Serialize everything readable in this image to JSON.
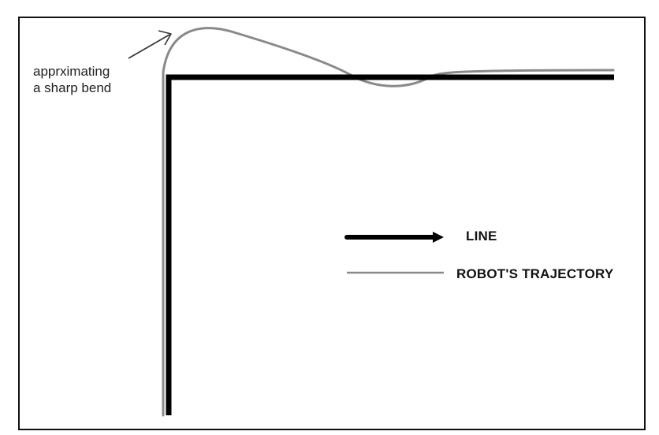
{
  "annotation": {
    "line1": "apprximating",
    "line2": "a sharp bend",
    "pointer_icon": "arrow-icon"
  },
  "legend": {
    "line_label": "LINE",
    "trajectory_label": "ROBOT'S TRAJECTORY"
  },
  "colors": {
    "line": "#000000",
    "trajectory": "#8a8a8a",
    "frame": "#111111",
    "text": "#222222"
  }
}
